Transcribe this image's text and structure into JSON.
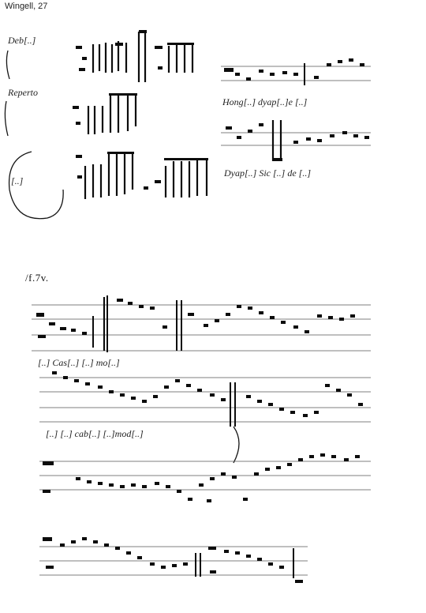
{
  "header": {
    "reference": "Wingell, 27"
  },
  "folio": {
    "label": "/f.7v."
  },
  "upper": {
    "margin_labels": [
      "Deb[..]",
      "Reperto",
      "[..]"
    ],
    "text_lines": [
      "Hong[..] dyap[..]e [..]",
      "Dyap[..] Sic [..] de [..]"
    ]
  },
  "lower": {
    "text_lines": [
      "[..] Cas[..] [..] mo[..]",
      "[..] [..] cab[..] [..]mod[..]"
    ]
  },
  "colors": {
    "ink": "#0c0c0c",
    "paper": "#ffffff",
    "staff": "#555555"
  }
}
